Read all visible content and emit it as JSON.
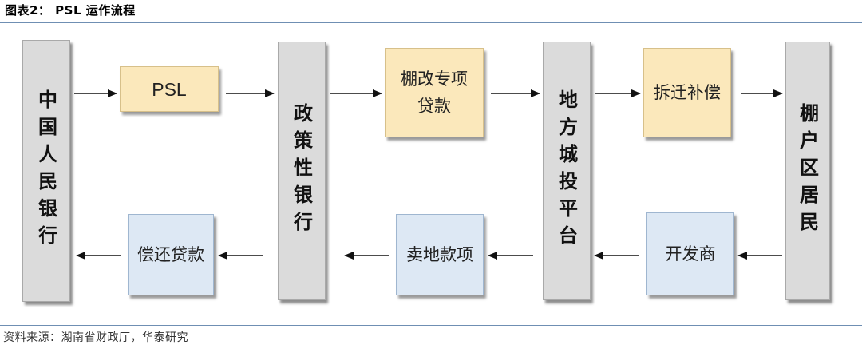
{
  "title": "图表2： PSL 运作流程",
  "source": "资料来源：湖南省财政厅，华泰研究",
  "columns": {
    "pboc": "中国人民银行",
    "policy_bank": "政策性银行",
    "lgfv": "地方城投平台",
    "residents": "棚户区居民"
  },
  "boxes": {
    "psl": "PSL",
    "shanty_loan": "棚改专项贷款",
    "compensation": "拆迁补偿",
    "repay_loan": "偿还贷款",
    "land_sale": "卖地款项",
    "developer": "开发商"
  },
  "colors": {
    "column_fill": "#dbdbdb",
    "top_box_fill": "#fbe8bb",
    "bottom_box_fill": "#dde8f4",
    "rule": "#6f8fb3"
  }
}
